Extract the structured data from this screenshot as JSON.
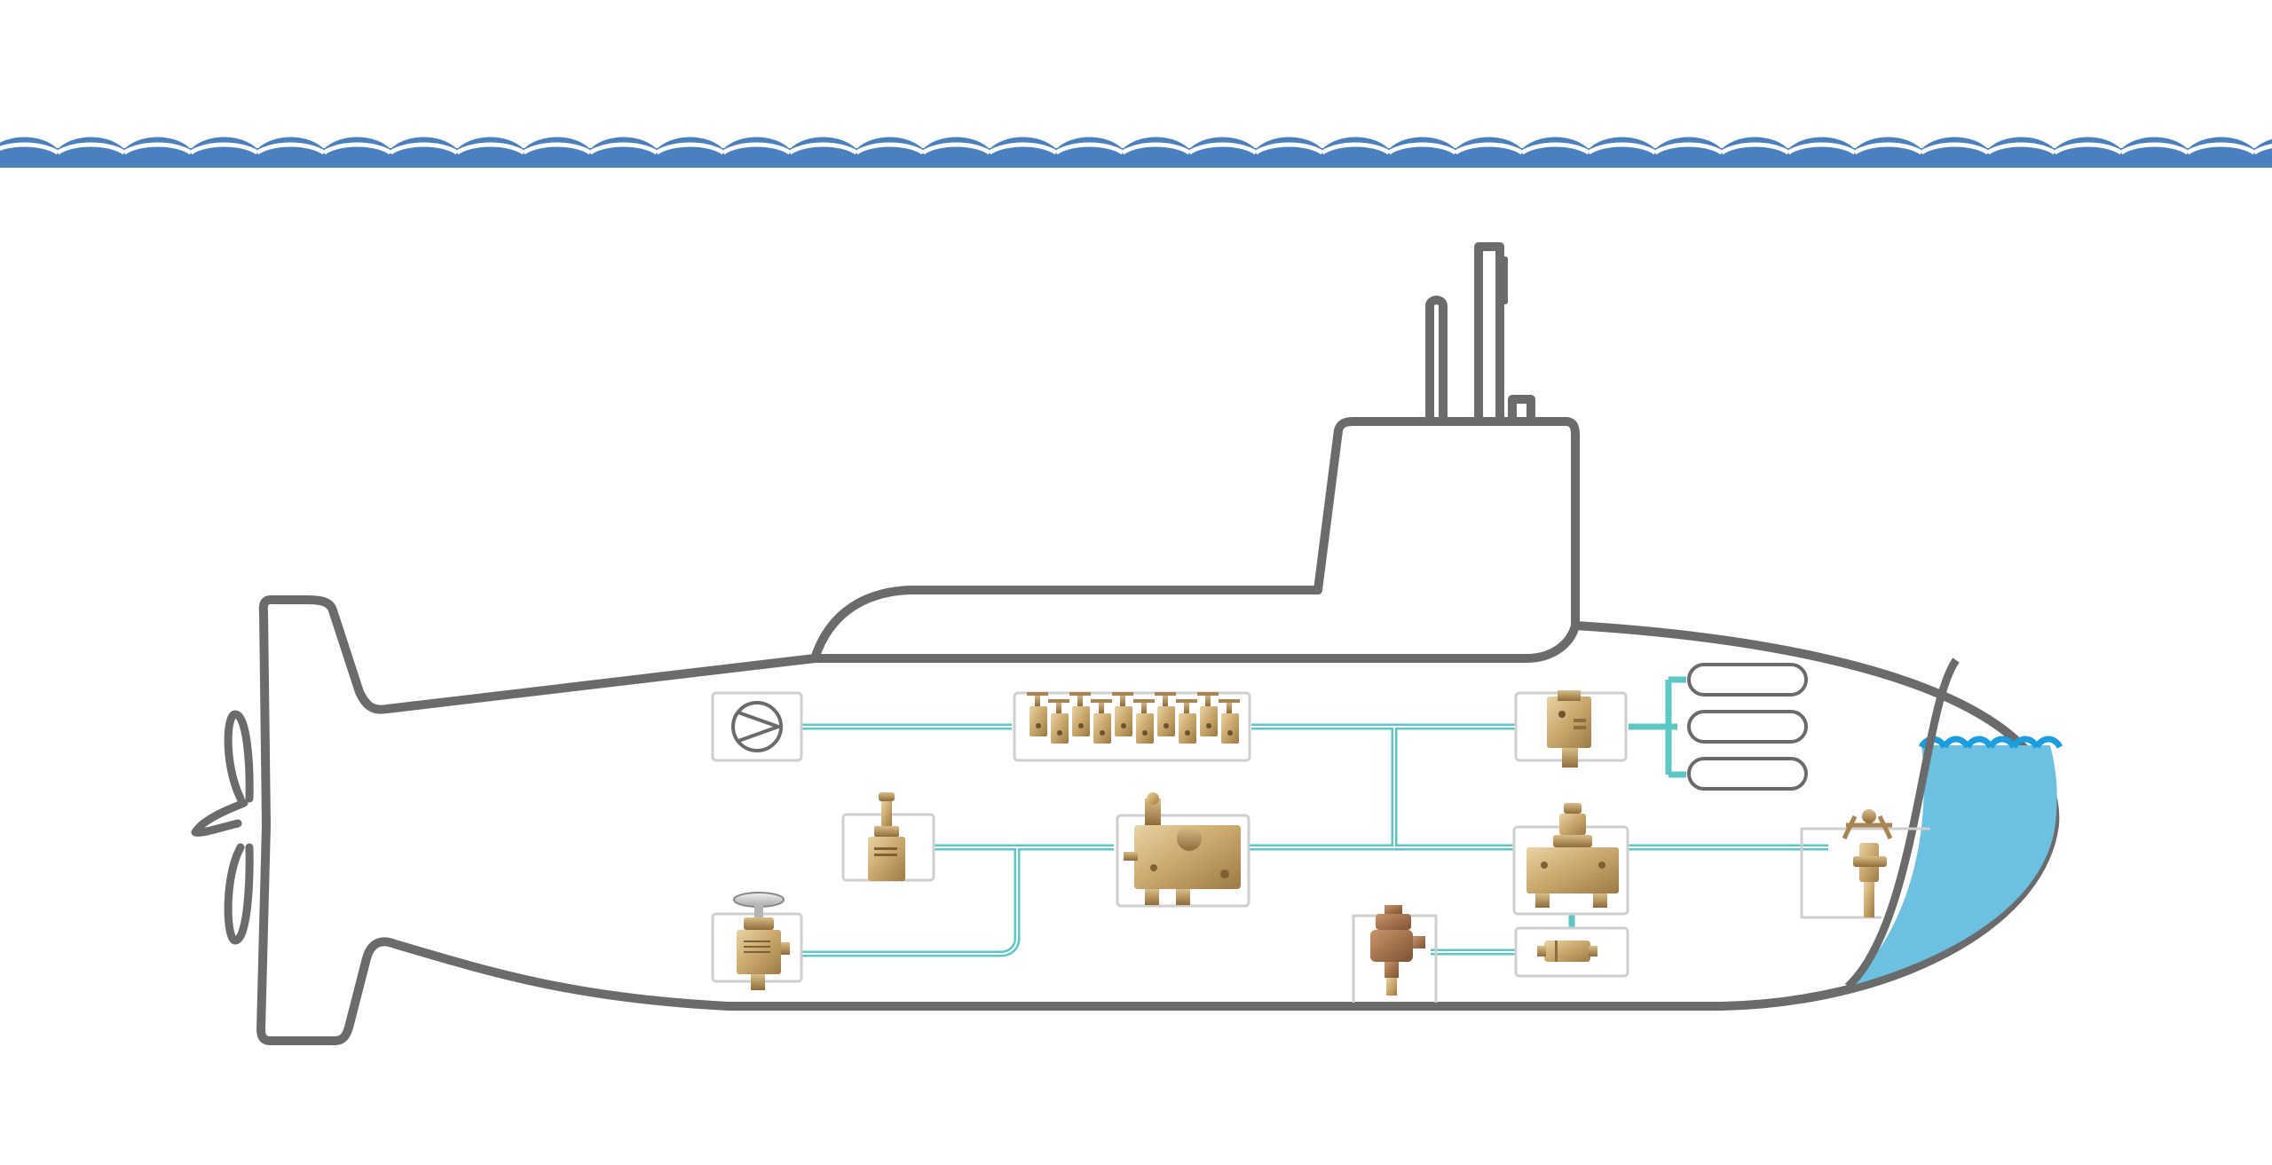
{
  "scene": {
    "subject": "submarine",
    "hull_color": "#6b6b6b",
    "pipe_color": "#5cc7c5",
    "wave_color": "#4a7fc0",
    "water_color": "#6cc0e0",
    "water_surface_color": "#1a9ee0",
    "component_frame_color": "#cfcfcf",
    "component_color": "#c9a66b"
  },
  "components": [
    {
      "id": "pump",
      "icon": "pump-icon"
    },
    {
      "id": "manifold-row",
      "icon": "valve-manifold-row-icon"
    },
    {
      "id": "top-right-valve",
      "icon": "valve-block-icon"
    },
    {
      "id": "storage-tanks",
      "icon": "gas-cylinder-icon",
      "count": 3
    },
    {
      "id": "pressure-regulator-left",
      "icon": "pressure-regulator-icon"
    },
    {
      "id": "central-manifold",
      "icon": "manifold-block-icon"
    },
    {
      "id": "right-regulator",
      "icon": "pressure-regulator-icon"
    },
    {
      "id": "bow-valve",
      "icon": "ballast-valve-icon"
    },
    {
      "id": "hand-valve",
      "icon": "hand-wheel-valve-icon"
    },
    {
      "id": "relief-valve",
      "icon": "relief-valve-icon"
    },
    {
      "id": "inline-filter",
      "icon": "inline-filter-icon"
    }
  ]
}
